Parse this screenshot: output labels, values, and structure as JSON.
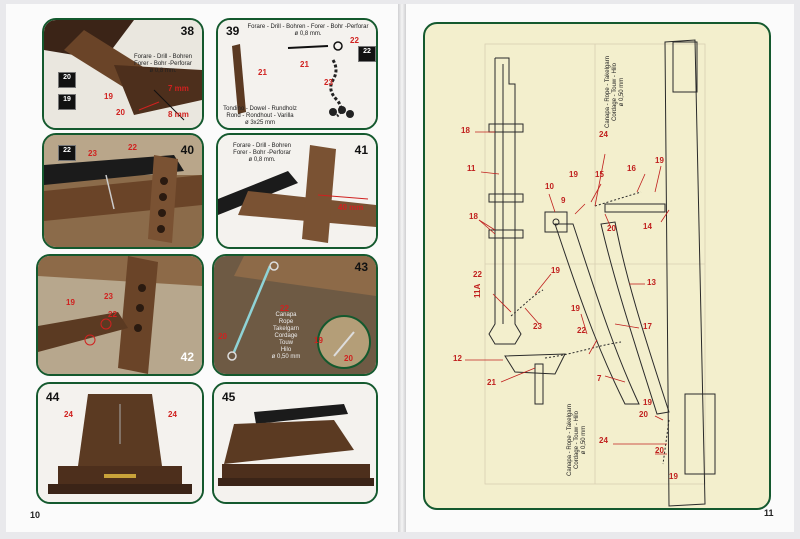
{
  "pages": {
    "left_number": "10",
    "right_number": "11"
  },
  "steps": [
    {
      "number": "38",
      "labels": [
        "19",
        "20"
      ],
      "note": "Forare - Drill - Bohren\nForer - Bohr -Perforar\nø 0,8 mm.",
      "measure_1": "7 mm",
      "measure_2": "8 mm",
      "badges": [
        "20",
        "19"
      ]
    },
    {
      "number": "39",
      "labels": [
        "21",
        "21",
        "22",
        "23"
      ],
      "note_top": "Forare - Drill - Bohren - Forer - Bohr -Perforar\nø 0,8 mm.",
      "note_bottom": "Tondino - Dowel - Rundholz\nRond - Rondhout - Varilla\nø 3x25 mm",
      "badges": [
        "22"
      ]
    },
    {
      "number": "40",
      "labels": [
        "23",
        "22"
      ],
      "badges": [
        "22"
      ]
    },
    {
      "number": "41",
      "note": "Forare - Drill - Bohren\nForer - Bohr -Perforar\nø 0,8 mm.",
      "measure": "40 mm"
    },
    {
      "number": "42",
      "labels": [
        "23",
        "19",
        "22"
      ]
    },
    {
      "number": "43",
      "labels": [
        "22",
        "20",
        "19",
        "20"
      ],
      "note": "Canapa\nRope\nTakelgarn\nCordage\nTouw\nHilo\nø 0,50 mm"
    },
    {
      "number": "44",
      "labels": [
        "24",
        "24"
      ]
    },
    {
      "number": "45"
    }
  ],
  "plan": {
    "labels": [
      "18",
      "11",
      "18",
      "10",
      "9",
      "19",
      "15",
      "16",
      "19",
      "24",
      "20",
      "14",
      "13",
      "22",
      "11A",
      "19",
      "23",
      "19",
      "22",
      "17",
      "12",
      "21",
      "7",
      "20",
      "19",
      "20",
      "19",
      "24"
    ],
    "rope_note_top": "Canapa - Rope - Takelgarn\nCordage - Touw - Hilo\nø 0,50 mm",
    "rope_note_bottom": "Canapa - Rope - Takelgarn\nCordage - Touw - Hilo\nø 0,50 mm"
  }
}
